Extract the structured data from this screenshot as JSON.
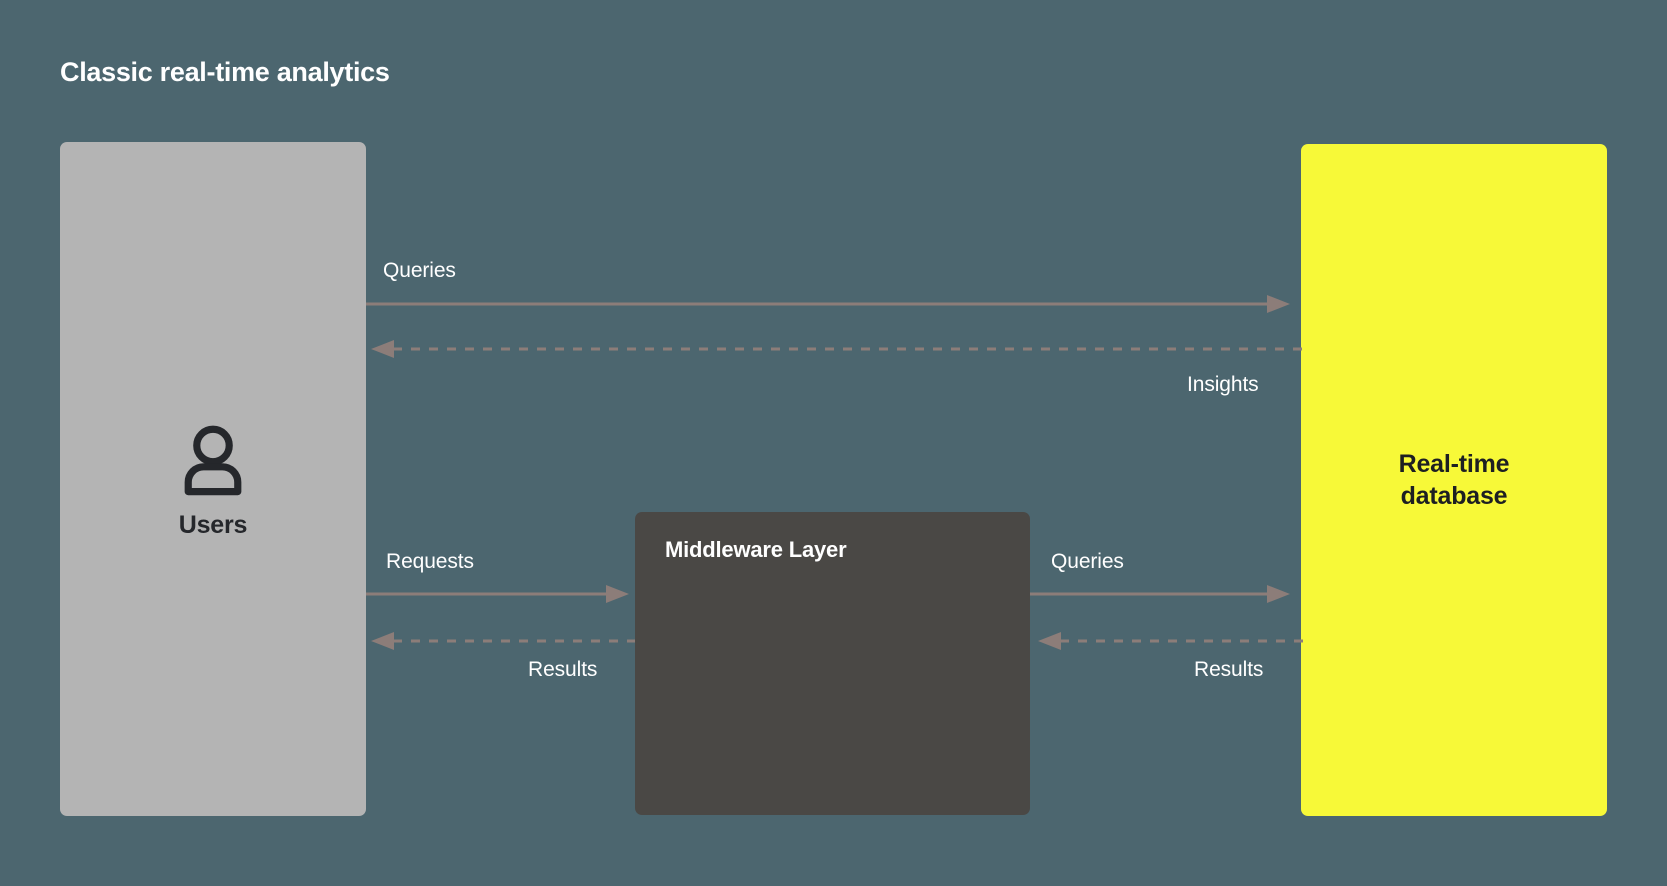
{
  "diagram": {
    "title": "Classic real-time analytics",
    "background_color": "#4c666f",
    "connector_color": "#8c7d79",
    "nodes": [
      {
        "id": "users",
        "label": "Users",
        "icon": "user-icon",
        "fill": "#b4b4b4",
        "text_color": "#25272b"
      },
      {
        "id": "middleware",
        "label": "Middleware Layer",
        "fill": "#4a4845",
        "text_color": "#ffffff"
      },
      {
        "id": "database",
        "label_line1": "Real-time",
        "label_line2": "database",
        "fill": "#f7f938",
        "text_color": "#1d1f22"
      }
    ],
    "edges": [
      {
        "id": "users-to-db-queries",
        "label": "Queries",
        "from": "users",
        "to": "database",
        "direction": "right",
        "style": "solid"
      },
      {
        "id": "db-to-users-insights",
        "label": "Insights",
        "from": "database",
        "to": "users",
        "direction": "left",
        "style": "dashed"
      },
      {
        "id": "users-to-middleware-requests",
        "label": "Requests",
        "from": "users",
        "to": "middleware",
        "direction": "right",
        "style": "solid"
      },
      {
        "id": "middleware-to-users-results",
        "label": "Results",
        "from": "middleware",
        "to": "users",
        "direction": "left",
        "style": "dashed"
      },
      {
        "id": "middleware-to-db-queries",
        "label": "Queries",
        "from": "middleware",
        "to": "database",
        "direction": "right",
        "style": "solid"
      },
      {
        "id": "db-to-middleware-results",
        "label": "Results",
        "from": "database",
        "to": "middleware",
        "direction": "left",
        "style": "dashed"
      }
    ]
  }
}
